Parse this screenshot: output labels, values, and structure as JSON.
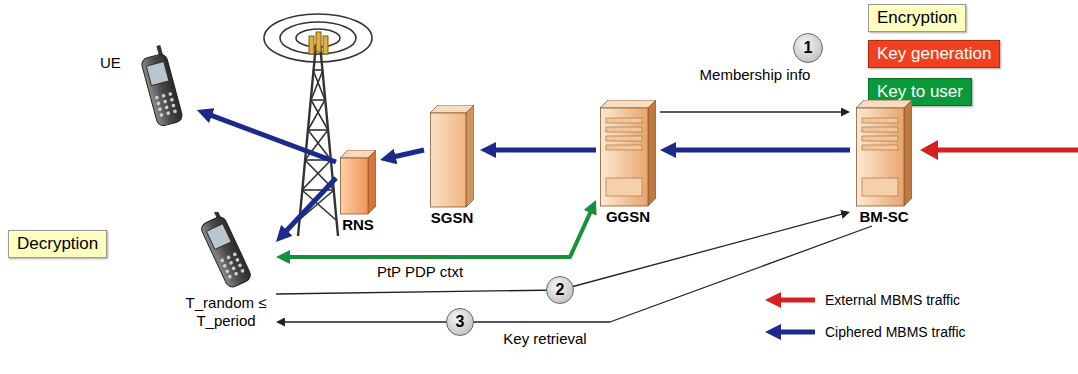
{
  "diagram": {
    "nodes": [
      {
        "text": [
          "Encryption"
        ]
      },
      {
        "text": [
          "Key generation"
        ]
      },
      {
        "text": [
          "1"
        ]
      },
      {
        "text": [
          "Key to user"
        ]
      },
      {
        "text": [
          "UE"
        ]
      },
      {
        "text": [
          "SGSN"
        ]
      },
      {
        "text": [
          "GGSN"
        ]
      },
      {
        "text": [
          "BM-SC"
        ]
      },
      {
        "text": [
          "RNS"
        ]
      },
      {
        "text": [
          "Decryption"
        ]
      },
      {
        "text": [
          "T_random ≤ T_period"
        ]
      },
      {
        "text": [
          "2"
        ]
      },
      {
        "text": [
          "3"
        ]
      }
    ],
    "edges": [
      {
        "from": 7,
        "to": 6,
        "arrow": "to"
      },
      {
        "from": 6,
        "to": 5,
        "arrow": "to"
      },
      {
        "from": 5,
        "to": 8,
        "arrow": "to"
      },
      {
        "from": 8,
        "to": 4,
        "arrow": "to"
      },
      {
        "from": 8,
        "to": 10,
        "arrow": "to"
      },
      {
        "from": 10,
        "to": 6,
        "label": "PtP PDP ctxt",
        "arrow": "both"
      },
      {
        "from": 6,
        "to": 7,
        "label": "Membership info",
        "arrow": "to"
      },
      {
        "from": 10,
        "to": 7,
        "arrow": "to"
      },
      {
        "from": 7,
        "to": 10,
        "label": "Key retrieval",
        "arrow": "to"
      }
    ],
    "legend": [
      {
        "text": "External MBMS traffic"
      },
      {
        "text": "Ciphered MBMS traffic"
      }
    ]
  }
}
